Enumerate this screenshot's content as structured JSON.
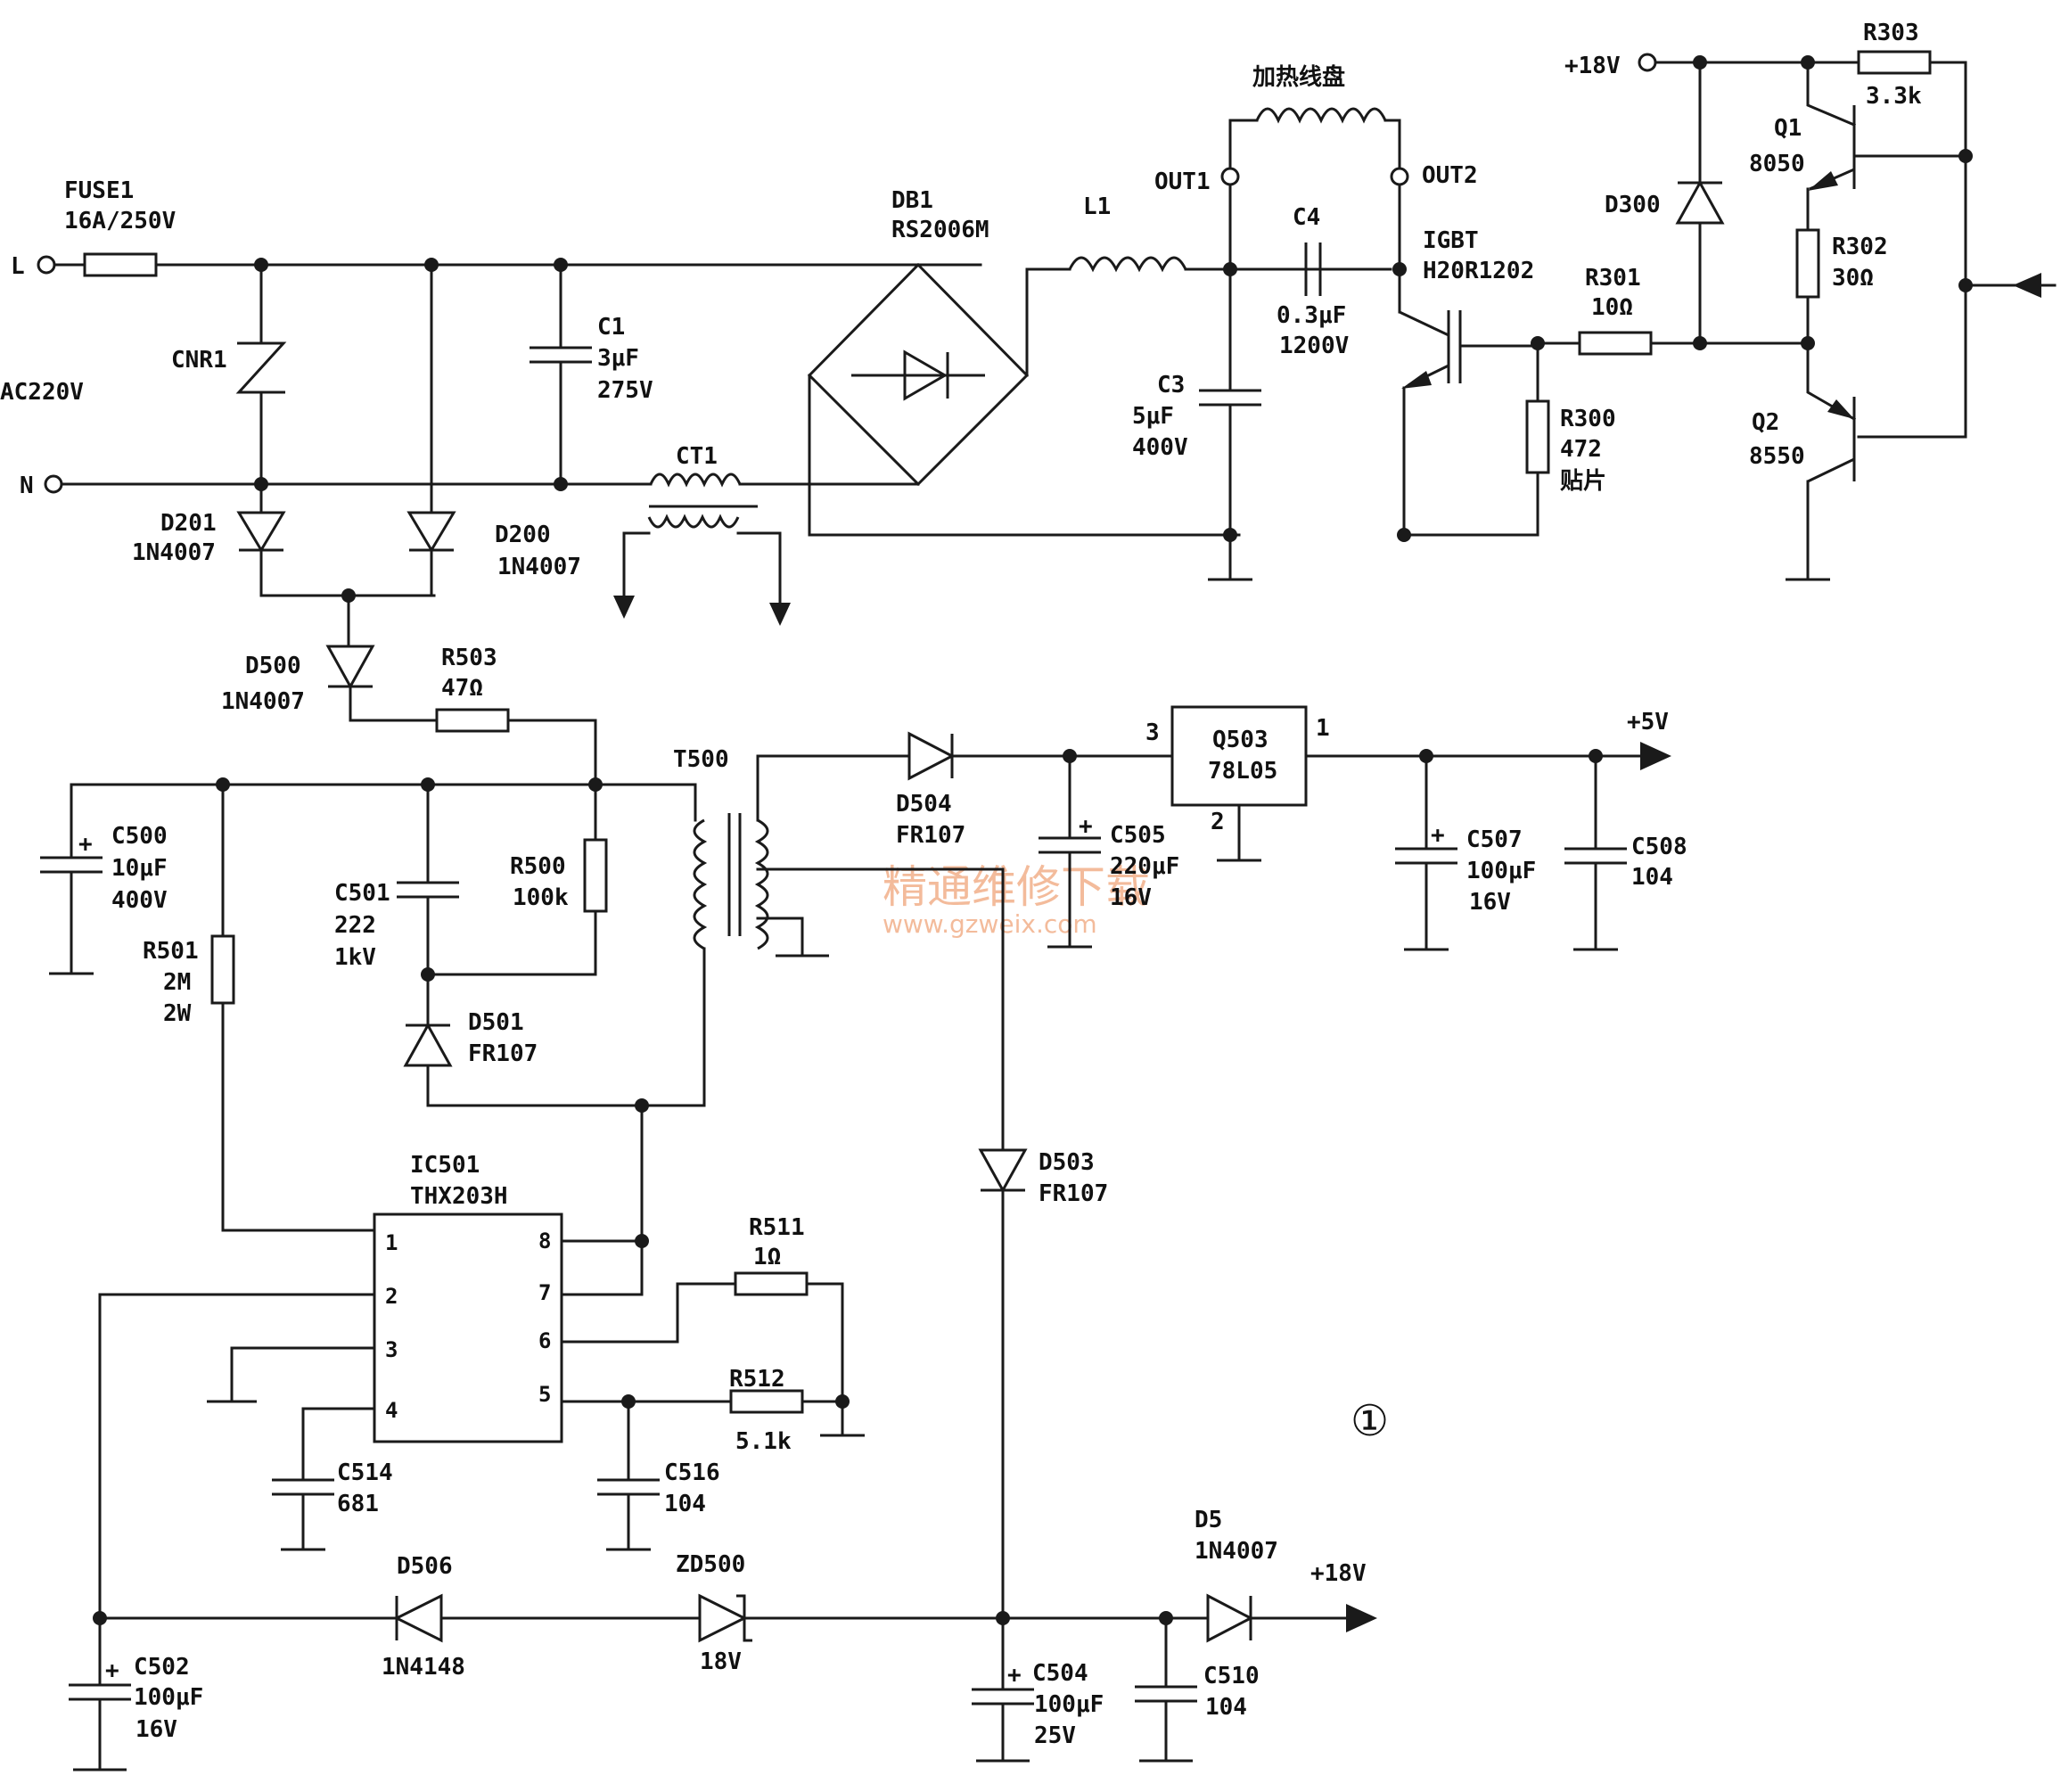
{
  "labels": {
    "L": "L",
    "N": "N",
    "ac": "AC220V",
    "fuse_name": "FUSE1",
    "fuse_val": "16A/250V",
    "cnr1": "CNR1",
    "c1_name": "C1",
    "c1_v1": "3μF",
    "c1_v2": "275V",
    "d201_name": "D201",
    "d201_val": "1N4007",
    "d200_name": "D200",
    "d200_val": "1N4007",
    "db1_name": "DB1",
    "db1_val": "RS2006M",
    "ct1": "CT1",
    "l1": "L1",
    "coil": "加热线盘",
    "out1": "OUT1",
    "out2": "OUT2",
    "c4_name": "C4",
    "c4_v1": "0.3μF",
    "c4_v2": "1200V",
    "igbt_name": "IGBT",
    "igbt_val": "H20R1202",
    "c3_name": "C3",
    "c3_v1": "5μF",
    "c3_v2": "400V",
    "r300_name": "R300",
    "r300_val": "472",
    "r300_note": "贴片",
    "r301_name": "R301",
    "r301_val": "10Ω",
    "d300": "D300",
    "v18_top": "+18V",
    "r303_name": "R303",
    "r303_val": "3.3k",
    "q1_name": "Q1",
    "q1_val": "8050",
    "r302_name": "R302",
    "r302_val": "30Ω",
    "q2_name": "Q2",
    "q2_val": "8550",
    "d500_name": "D500",
    "d500_val": "1N4007",
    "r503_name": "R503",
    "r503_val": "47Ω",
    "t500": "T500",
    "d504_name": "D504",
    "d504_val": "FR107",
    "q503_name": "Q503",
    "q503_val": "78L05",
    "pin3": "3",
    "pin1": "1",
    "pin2": "2",
    "v5": "+5V",
    "c500_name": "C500",
    "c500_v1": "10μF",
    "c500_v2": "400V",
    "c501_name": "C501",
    "c501_v1": "222",
    "c501_v2": "1kV",
    "r500_name": "R500",
    "r500_val": "100k",
    "r501_name": "R501",
    "r501_v1": "2M",
    "r501_v2": "2W",
    "d501_name": "D501",
    "d501_val": "FR107",
    "c505_name": "C505",
    "c505_v1": "220μF",
    "c505_v2": "16V",
    "c507_name": "C507",
    "c507_v1": "100μF",
    "c507_v2": "16V",
    "c508_name": "C508",
    "c508_val": "104",
    "ic_name": "IC501",
    "ic_val": "THX203H",
    "p1": "1",
    "p2": "2",
    "p3": "3",
    "p4": "4",
    "p5": "5",
    "p6": "6",
    "p7": "7",
    "p8": "8",
    "r511_name": "R511",
    "r511_val": "1Ω",
    "r512_name": "R512",
    "r512_val": "5.1k",
    "d503_name": "D503",
    "d503_val": "FR107",
    "c514_name": "C514",
    "c514_val": "681",
    "c516_name": "C516",
    "c516_val": "104",
    "d506_name": "D506",
    "d506_val": "1N4148",
    "zd500_name": "ZD500",
    "zd500_val": "18V",
    "d5_name": "D5",
    "d5_val": "1N4007",
    "v18_bot": "+18V",
    "c502_name": "C502",
    "c502_v1": "100μF",
    "c502_v2": "16V",
    "c504_name": "C504",
    "c504_v1": "100μF",
    "c504_v2": "25V",
    "c510_name": "C510",
    "c510_val": "104",
    "fig_no": "①",
    "watermark_cn": "精通维修下载",
    "watermark_url": "www.gzweix.com"
  }
}
